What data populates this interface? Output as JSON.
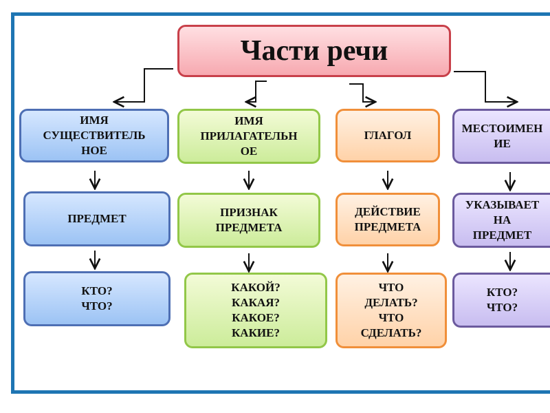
{
  "title": "Части речи",
  "columns": [
    {
      "name": "ИМЯ\nСУЩЕСТВИТЕЛЬ\nНОЕ",
      "meaning": "ПРЕДМЕТ",
      "questions": "КТО?\nЧТО?",
      "color": "blue"
    },
    {
      "name": "ИМЯ\nПРИЛАГАТЕЛЬН\nОЕ",
      "meaning": "ПРИЗНАК\nПРЕДМЕТА",
      "questions": "КАКОЙ?\nКАКАЯ?\nКАКОЕ?\nКАКИЕ?",
      "color": "green"
    },
    {
      "name": "ГЛАГОЛ",
      "meaning": "ДЕЙСТВИЕ\nПРЕДМЕТА",
      "questions": "ЧТО\nДЕЛАТЬ?\nЧТО\nСДЕЛАТЬ?",
      "color": "orange"
    },
    {
      "name": "МЕСТОИМЕН\nИЕ",
      "meaning": "УКАЗЫВАЕТ\nНА\nПРЕДМЕТ",
      "questions": "КТО?\nЧТО?",
      "color": "purple"
    }
  ],
  "colors": {
    "frame": "#1e75b3",
    "blue": "#4e6fb4",
    "green": "#92c748",
    "orange": "#f08f3a",
    "purple": "#6b5a9e",
    "title_border": "#c8404a"
  }
}
